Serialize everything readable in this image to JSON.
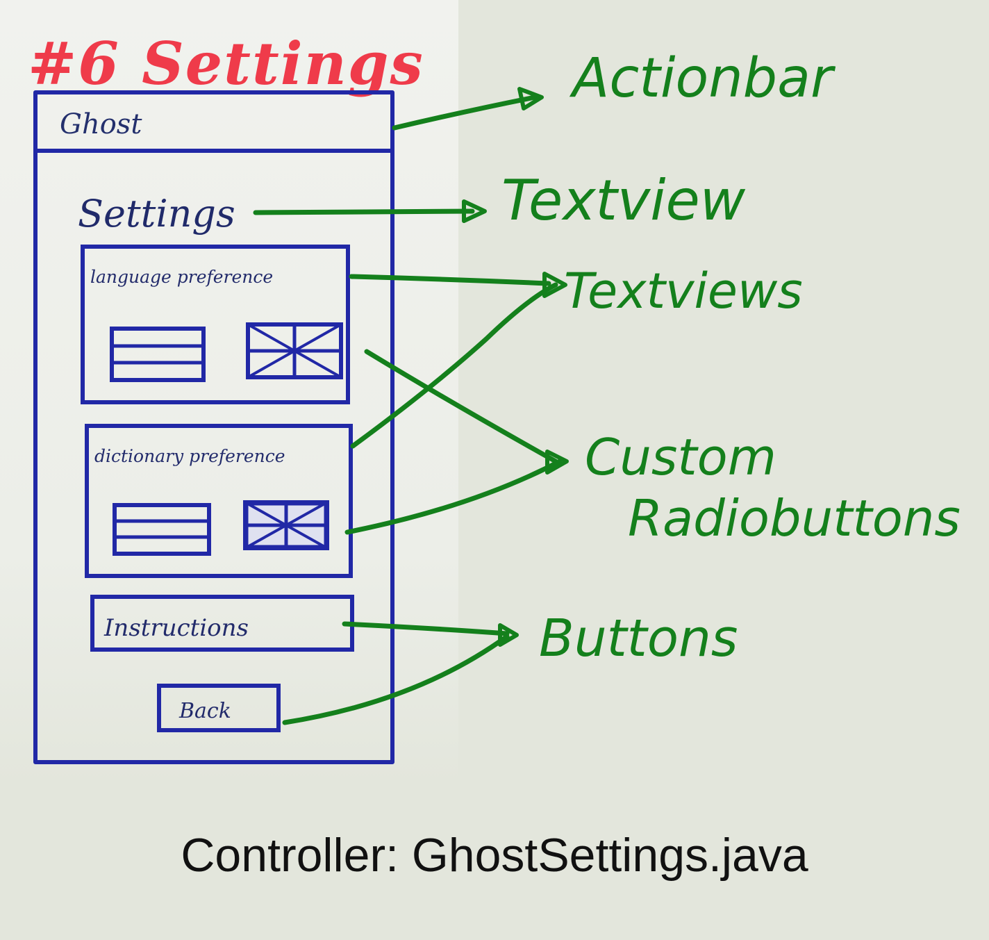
{
  "sketch": {
    "title": "#6 Settings",
    "actionbar_title": "Ghost",
    "screen_heading": "Settings",
    "language_label": "language preference",
    "dictionary_label": "dictionary preference",
    "instructions_button": "Instructions",
    "back_button": "Back",
    "flag_icons": [
      "dutch-flag-icon",
      "british-flag-icon"
    ]
  },
  "callouts": {
    "actionbar": "Actionbar",
    "textview": "Textview",
    "textviews": "Textviews",
    "custom": "Custom",
    "radiobuttons": "Radiobuttons",
    "buttons": "Buttons"
  },
  "caption": "Controller: GhostSettings.java",
  "colors": {
    "sketch_ink": "#2128a6",
    "annotation_ink": "#14801c",
    "title_ink": "#ef3b4a"
  }
}
